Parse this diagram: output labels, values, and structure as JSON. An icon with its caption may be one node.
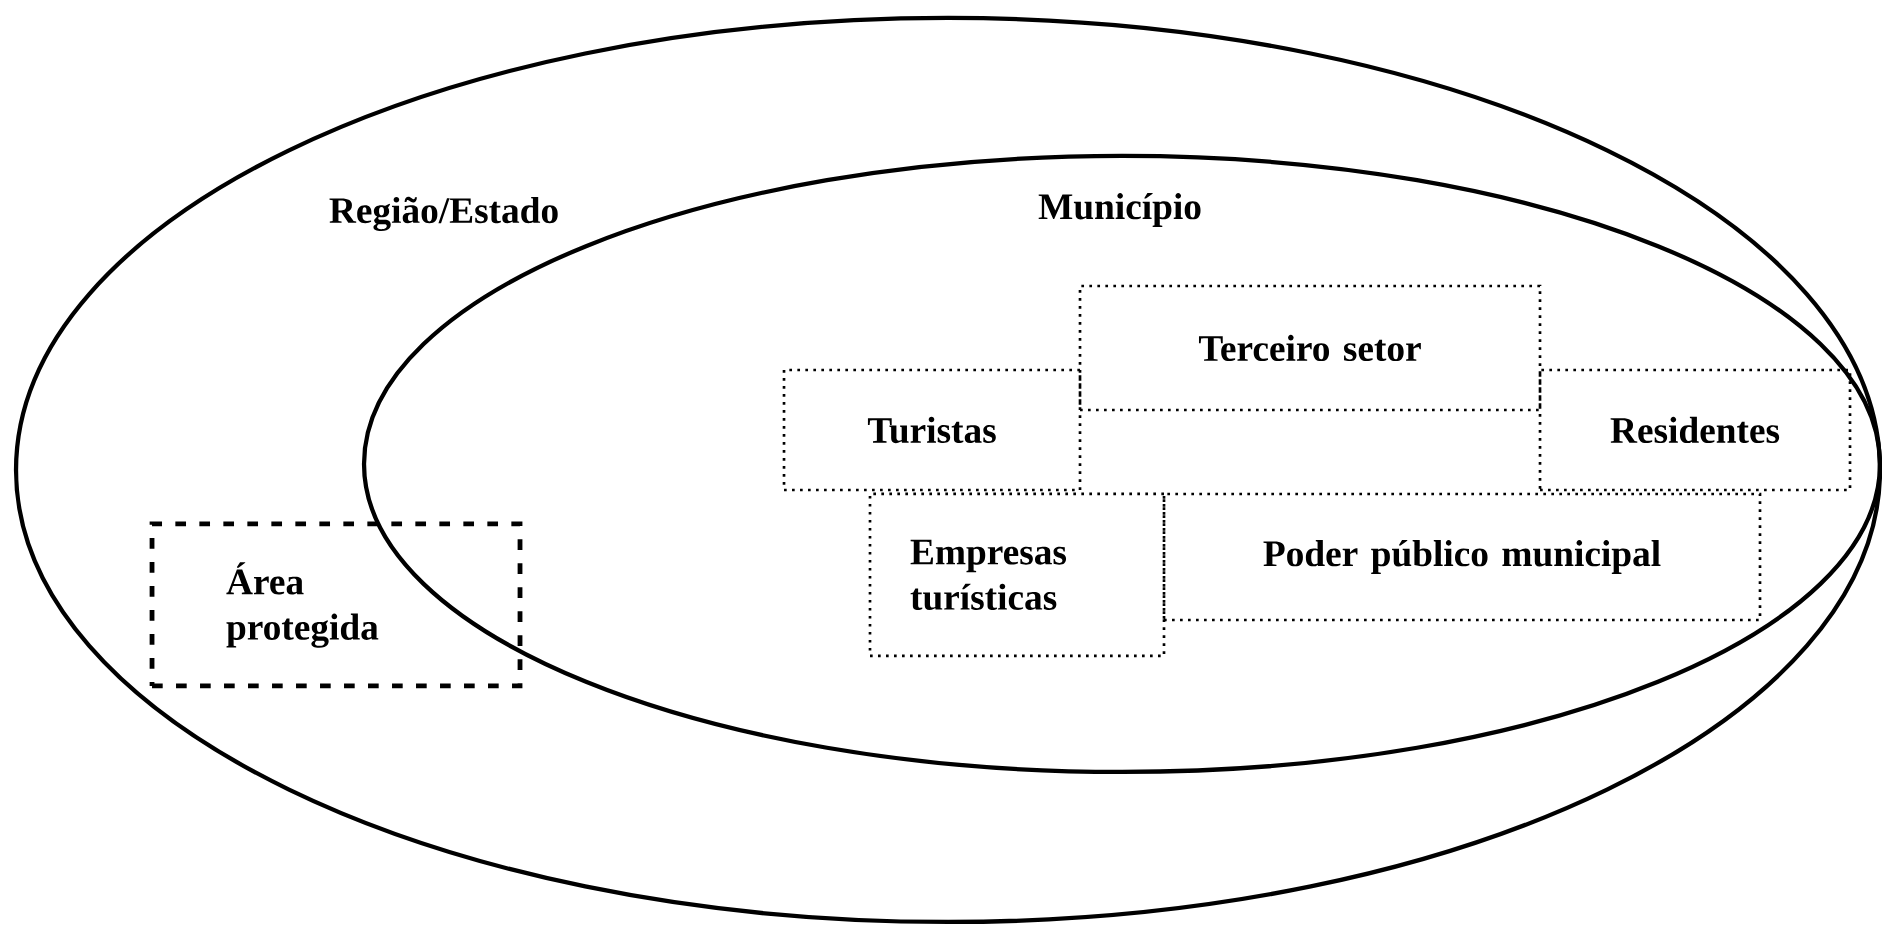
{
  "diagram": {
    "nodes": [
      {
        "text": [
          "Região/Estado"
        ]
      },
      {
        "text": [
          "Município"
        ],
        "in": 0
      },
      {
        "text": [
          "Área protegida"
        ],
        "in": 0
      },
      {
        "text": [
          "Terceiro setor"
        ],
        "in": 1
      },
      {
        "text": [
          "Turistas"
        ],
        "in": 1
      },
      {
        "text": [
          "Residentes"
        ],
        "in": 1
      },
      {
        "text": [
          "Empresas turísticas"
        ],
        "in": 1
      },
      {
        "text": [
          "Poder público municipal"
        ],
        "in": 1
      }
    ]
  }
}
